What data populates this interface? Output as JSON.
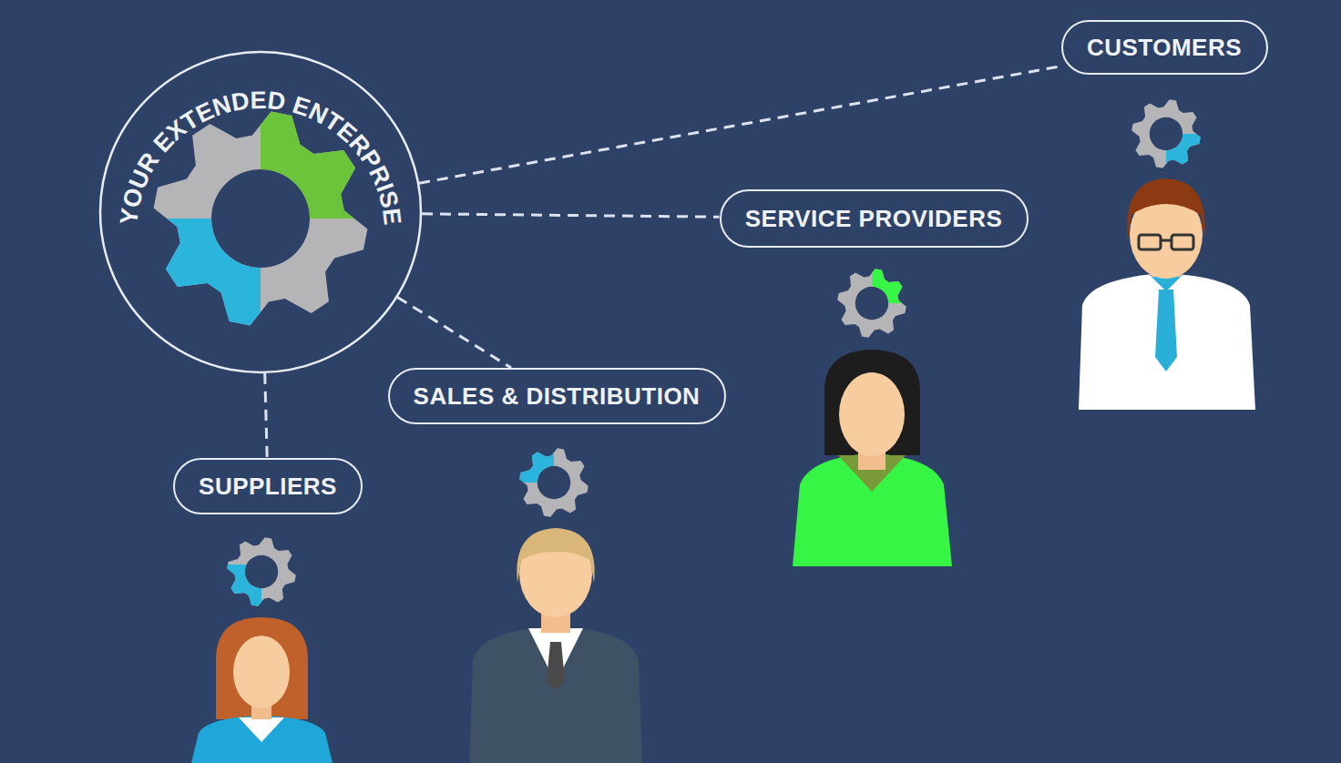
{
  "diagram": {
    "nodes": [
      {
        "text": [
          "YOUR EXTENDED ENTERPRISE"
        ]
      },
      {
        "text": [
          "CUSTOMERS"
        ]
      },
      {
        "text": [
          "SERVICE PROVIDERS"
        ]
      },
      {
        "text": [
          "SALES & DISTRIBUTION"
        ]
      },
      {
        "text": [
          "SUPPLIERS"
        ]
      }
    ],
    "edges": [
      {
        "from": 0,
        "to": 1,
        "arrow": "none"
      },
      {
        "from": 0,
        "to": 2,
        "arrow": "none"
      },
      {
        "from": 0,
        "to": 3,
        "arrow": "none"
      },
      {
        "from": 0,
        "to": 4,
        "arrow": "none"
      }
    ]
  }
}
